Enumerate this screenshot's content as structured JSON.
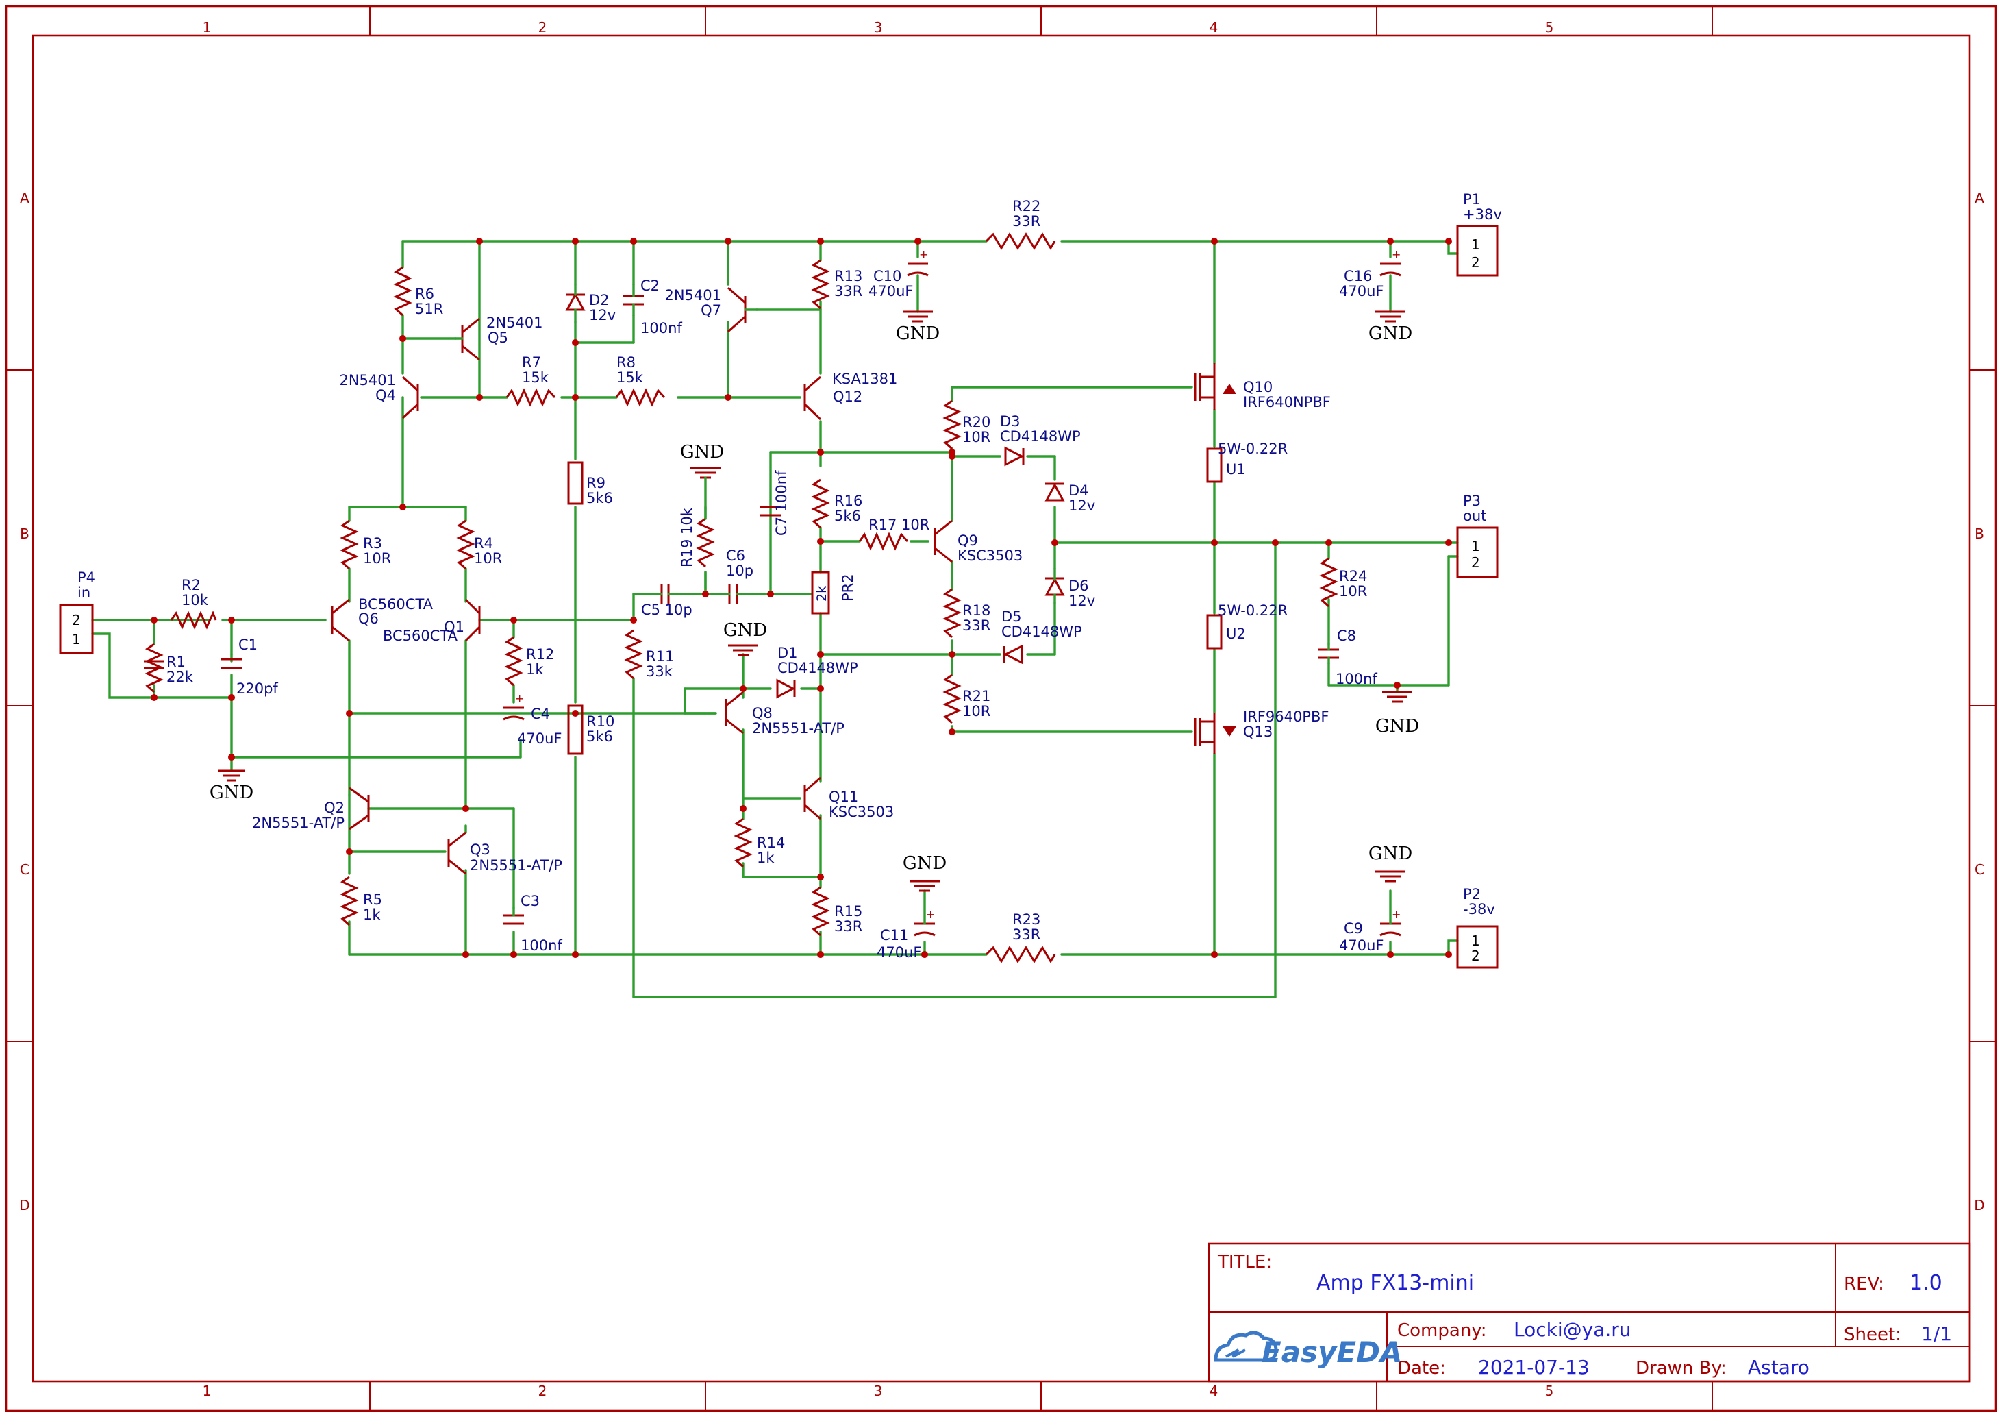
{
  "zones": {
    "columns": [
      "1",
      "2",
      "3",
      "4",
      "5"
    ],
    "rows": [
      "A",
      "B",
      "C",
      "D"
    ]
  },
  "title_block": {
    "title_caption": "TITLE:",
    "title": "Amp FX13-mini",
    "rev_caption": "REV:",
    "rev": "1.0",
    "company_caption": "Company:",
    "company": "Locki@ya.ru",
    "sheet_caption": "Sheet:",
    "sheet": "1/1",
    "date_caption": "Date:",
    "date": "2021-07-13",
    "drawn_caption": "Drawn By:",
    "drawn_by": "Astaro",
    "logo": "EasyEDA"
  },
  "labels": {
    "P1": "P1",
    "P1v": "+38v",
    "P2": "P2",
    "P2v": "-38v",
    "P3": "P3",
    "P3v": "out",
    "P4": "P4",
    "P4v": "in",
    "pin1": "1",
    "pin2": "2",
    "R1": "R1",
    "R1v": "22k",
    "R2": "R2",
    "R2v": "10k",
    "R3": "R3",
    "R3v": "10R",
    "R4": "R4",
    "R4v": "10R",
    "R5": "R5",
    "R5v": "1k",
    "R6": "R6",
    "R6v": "51R",
    "R7": "R7",
    "R7v": "15k",
    "R8": "R8",
    "R8v": "15k",
    "R9": "R9",
    "R9v": "5k6",
    "R10": "R10",
    "R10v": "5k6",
    "R11": "R11",
    "R11v": "33k",
    "R12": "R12",
    "R12v": "1k",
    "R13": "R13",
    "R13v": "33R",
    "R14": "R14",
    "R14v": "1k",
    "R15": "R15",
    "R15v": "33R",
    "R16": "R16",
    "R16v": "5k6",
    "R17": "R17 10R",
    "R18": "R18",
    "R18v": "33R",
    "R19": "R19 10k",
    "R20": "R20",
    "R20v": "10R",
    "R21": "R21",
    "R21v": "10R",
    "R22": "R22",
    "R22v": "33R",
    "R23": "R23",
    "R23v": "33R",
    "R24": "R24",
    "R24v": "10R",
    "C1": "C1",
    "C1v": "220pf",
    "C2": "C2",
    "C2v": "100nf",
    "C3": "C3",
    "C3v": "100nf",
    "C4": "C4",
    "C4v": "470uF",
    "C5": "C5 10p",
    "C6": "C6",
    "C6v": "10p",
    "C7": "C7 100nf",
    "C8": "C8",
    "C8v": "100nf",
    "C9": "C9",
    "C9v": "470uF",
    "C10": "C10",
    "C10v": "470uF",
    "C11": "C11",
    "C11v": "470uF",
    "C16": "C16",
    "C16v": "470uF",
    "D1": "D1",
    "D1v": "CD4148WP",
    "D2": "D2",
    "D2v": "12v",
    "D3": "D3",
    "D3v": "CD4148WP",
    "D4": "D4",
    "D4v": "12v",
    "D5": "D5",
    "D5v": "CD4148WP",
    "D6": "D6",
    "D6v": "12v",
    "Q1": "Q1",
    "Q1v": "BC560CTA",
    "Q2": "Q2",
    "Q2v": "2N5551-AT/P",
    "Q3": "Q3",
    "Q3v": "2N5551-AT/P",
    "Q4": "Q4",
    "Q4v": "2N5401",
    "Q5": "Q5",
    "Q5v": "2N5401",
    "Q6": "Q6",
    "Q6v": "BC560CTA",
    "Q7": "Q7",
    "Q7v": "2N5401",
    "Q8": "Q8",
    "Q8v": "2N5551-AT/P",
    "Q9": "Q9",
    "Q9v": "KSC3503",
    "Q10": "Q10",
    "Q10v": "IRF640NPBF",
    "Q11": "Q11",
    "Q11v": "KSC3503",
    "Q12": "Q12",
    "Q12v": "KSA1381",
    "Q13": "Q13",
    "Q13v": "IRF9640PBF",
    "U1": "U1",
    "U1v": "5W-0.22R",
    "U2": "U2",
    "U2v": "5W-0.22R",
    "PR2": "PR2",
    "PR2v": "2k",
    "GND": "GND"
  }
}
